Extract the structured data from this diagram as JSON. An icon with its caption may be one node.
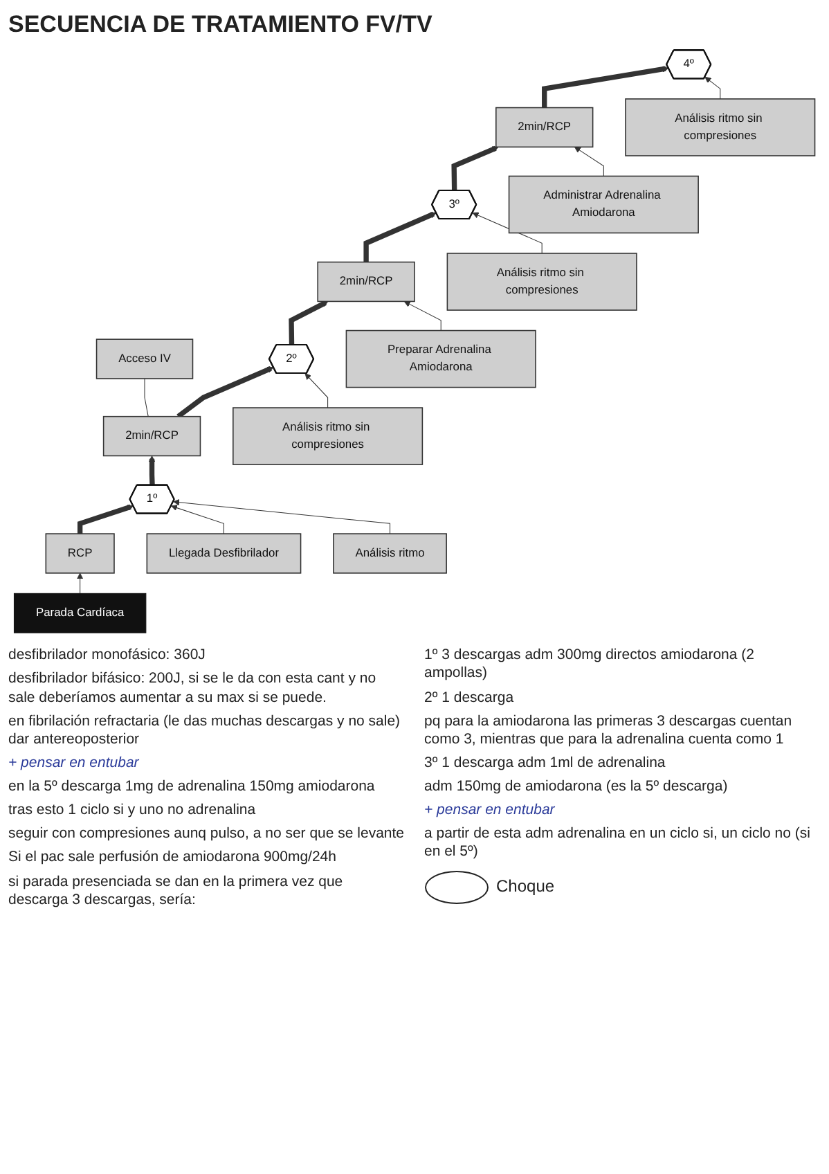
{
  "diagram": {
    "title": "SECUENCIA DE TRATAMIENTO FV/TV",
    "nodes": [
      {
        "text": [
          "Parada Cardíaca"
        ]
      },
      {
        "text": [
          "Llegada Desfibrilador"
        ]
      },
      {
        "text": [
          "Acceso IV"
        ]
      },
      {
        "text": [
          "Preparar Adrenalina Amiodarona"
        ]
      },
      {
        "text": [
          "Administrar Adrenalina Amiodarona"
        ]
      },
      {
        "text": [
          "RCP"
        ]
      },
      {
        "text": [
          "Análisis ritmo"
        ]
      },
      {
        "text": [
          "1º"
        ]
      },
      {
        "text": [
          "2min/RCP"
        ]
      },
      {
        "text": [
          "Análisis ritmo sin compresiones"
        ]
      },
      {
        "text": [
          "2º"
        ]
      },
      {
        "text": [
          "2min/RCP"
        ]
      },
      {
        "text": [
          "Análisis ritmo sin compresiones"
        ]
      },
      {
        "text": [
          "3º"
        ]
      },
      {
        "text": [
          "2min/RCP"
        ]
      },
      {
        "text": [
          "Análisis ritmo sin compresiones"
        ]
      },
      {
        "text": [
          "4º"
        ]
      }
    ],
    "edges": [
      {
        "from": 5,
        "to": 7,
        "arrow": "to",
        "style": "thick"
      },
      {
        "from": 7,
        "to": 8,
        "arrow": "to",
        "style": "thick"
      },
      {
        "from": 8,
        "to": 10,
        "arrow": "to",
        "style": "thick"
      },
      {
        "from": 10,
        "to": 11,
        "arrow": "to",
        "style": "thick"
      },
      {
        "from": 11,
        "to": 13,
        "arrow": "to",
        "style": "thick"
      },
      {
        "from": 13,
        "to": 14,
        "arrow": "to",
        "style": "thick"
      },
      {
        "from": 14,
        "to": 16,
        "arrow": "to",
        "style": "thick"
      },
      {
        "from": 0,
        "to": 5,
        "arrow": "to"
      },
      {
        "from": 1,
        "to": 7,
        "arrow": "to"
      },
      {
        "from": 6,
        "to": 7,
        "arrow": "to"
      },
      {
        "from": 8,
        "to": 2,
        "arrow": "none"
      },
      {
        "from": 9,
        "to": 10,
        "arrow": "to"
      },
      {
        "from": 3,
        "to": 11,
        "arrow": "to"
      },
      {
        "from": 12,
        "to": 13,
        "arrow": "to"
      },
      {
        "from": 4,
        "to": 14,
        "arrow": "to"
      },
      {
        "from": 15,
        "to": 16,
        "arrow": "to"
      }
    ],
    "labels": [
      "desfibrilador monofásico: 360J",
      "desfibrilador bifásico: 200J, si se le da con esta cant y no sale deberíamos aumentar a su max si se puede.",
      "en fibrilación refractaria (le das muchas descargas y no sale) dar antereoposterior",
      "+ pensar en entubar",
      "en la 5º descarga 1mg de adrenalina 150mg amiodarona",
      "tras esto 1 ciclo si y uno no adrenalina",
      "seguir con compresiones aunq pulso, a no ser que se levante",
      "Si el pac sale perfusión de amiodarona 900mg/24h",
      "si parada presenciada se dan en la primera vez que descarga 3 descargas, sería:",
      "1º 3 descargas adm 300mg directos amiodarona (2 ampollas)",
      "2º 1 descarga",
      "pq para la amiodarona las primeras 3 descargas cuentan como 3, mientras que para la adrenalina cuenta como 1",
      "3º 1 descarga adm 1ml de adrenalina",
      "adm 150mg de amiodarona (es la 5º descarga)",
      "+ pensar en entubar",
      "a partir de esta adm adrenalina en un ciclo si, un ciclo no (si en el 5º)"
    ],
    "legend": [
      {
        "text": "Choque"
      }
    ]
  }
}
